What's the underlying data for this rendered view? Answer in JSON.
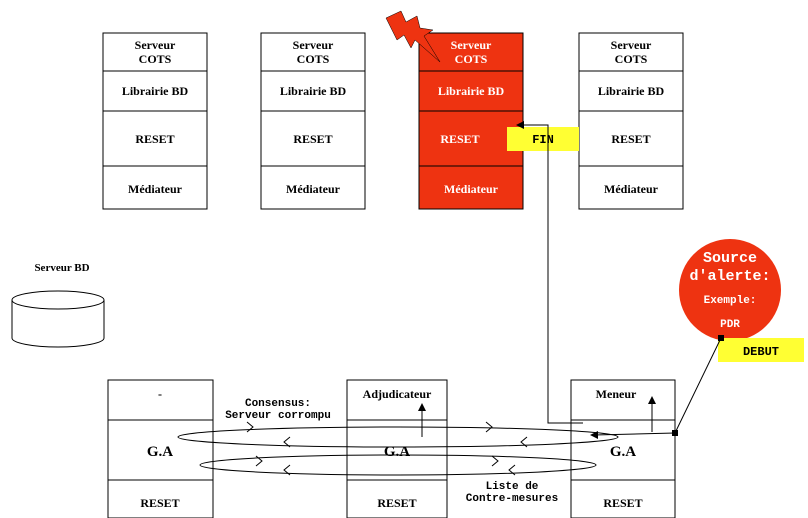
{
  "cots_servers": [
    {
      "server": [
        "Serveur",
        "COTS"
      ],
      "lib": "Librairie BD",
      "reset": "RESET",
      "mediator": "Médiateur",
      "alert": false
    },
    {
      "server": [
        "Serveur",
        "COTS"
      ],
      "lib": "Librairie BD",
      "reset": "RESET",
      "mediator": "Médiateur",
      "alert": false
    },
    {
      "server": [
        "Serveur",
        "COTS"
      ],
      "lib": "Librairie BD",
      "reset": "RESET",
      "mediator": "Médiateur",
      "alert": true
    },
    {
      "server": [
        "Serveur",
        "COTS"
      ],
      "lib": "Librairie BD",
      "reset": "RESET",
      "mediator": "Médiateur",
      "alert": false
    }
  ],
  "db_server_label": "Serveur BD",
  "bottom_nodes": [
    {
      "role": "-",
      "ga": "G.A",
      "reset": "RESET"
    },
    {
      "role": "Adjudicateur",
      "ga": "G.A",
      "reset": "RESET"
    },
    {
      "role": "Meneur",
      "ga": "G.A",
      "reset": "RESET"
    }
  ],
  "labels": {
    "fin": "FIN",
    "debut": "DEBUT",
    "consensus": [
      "Consensus:",
      "Serveur corrompu"
    ],
    "countermeasures": [
      "Liste de",
      "Contre-mesures"
    ]
  },
  "alert_source": {
    "title": [
      "Source",
      "d'alerte:"
    ],
    "example": [
      "Exemple:",
      "PDR"
    ]
  },
  "colors": {
    "alert_fill": "#ee3311",
    "highlight_yellow": "#ffff33",
    "alert_circle": "#ee3311"
  }
}
